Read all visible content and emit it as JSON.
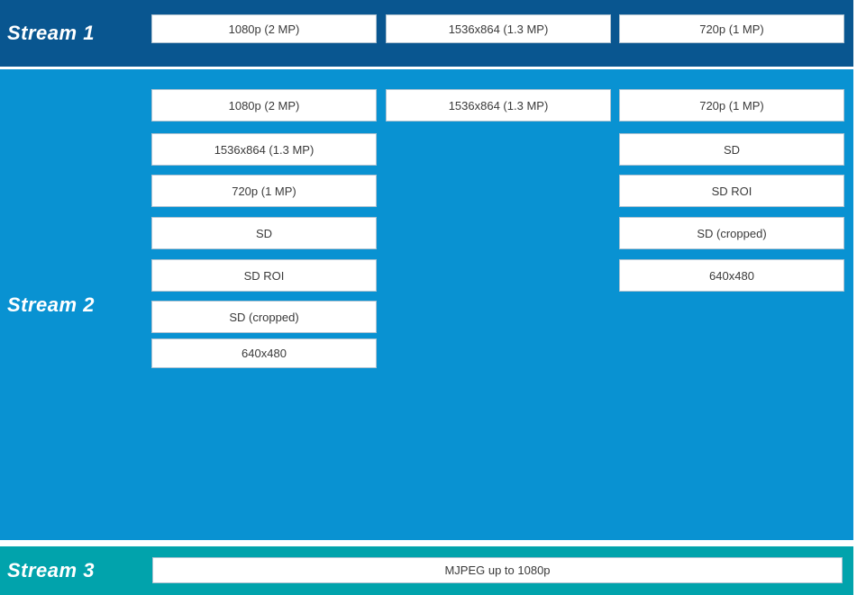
{
  "title": "Video stream capability diagram",
  "colors": {
    "stream1_bg": "#095690",
    "stream2_bg": "#0992D2",
    "stream3_bg": "#01A3AC",
    "box_bg": "#FFFFFF",
    "box_border": "#AFC3D1",
    "box_text": "#3A3A3A",
    "label_text": "#FFFFFF"
  },
  "streams": [
    {
      "label": "Stream 1",
      "columns": [
        [
          "1080p (2 MP)"
        ],
        [
          "1536x864 (1.3 MP)"
        ],
        [
          "720p (1 MP)"
        ]
      ]
    },
    {
      "label": "Stream 2",
      "columns": [
        [
          "1080p (2 MP)",
          "1536x864 (1.3 MP)",
          "720p (1 MP)",
          "SD",
          "SD ROI",
          "SD (cropped)",
          "640x480"
        ],
        [
          "1536x864 (1.3 MP)"
        ],
        [
          "720p (1 MP)",
          "SD",
          "SD ROI",
          "SD (cropped)",
          "640x480"
        ]
      ]
    },
    {
      "label": "Stream 3",
      "full_width_option": "MJPEG up to 1080p"
    }
  ]
}
